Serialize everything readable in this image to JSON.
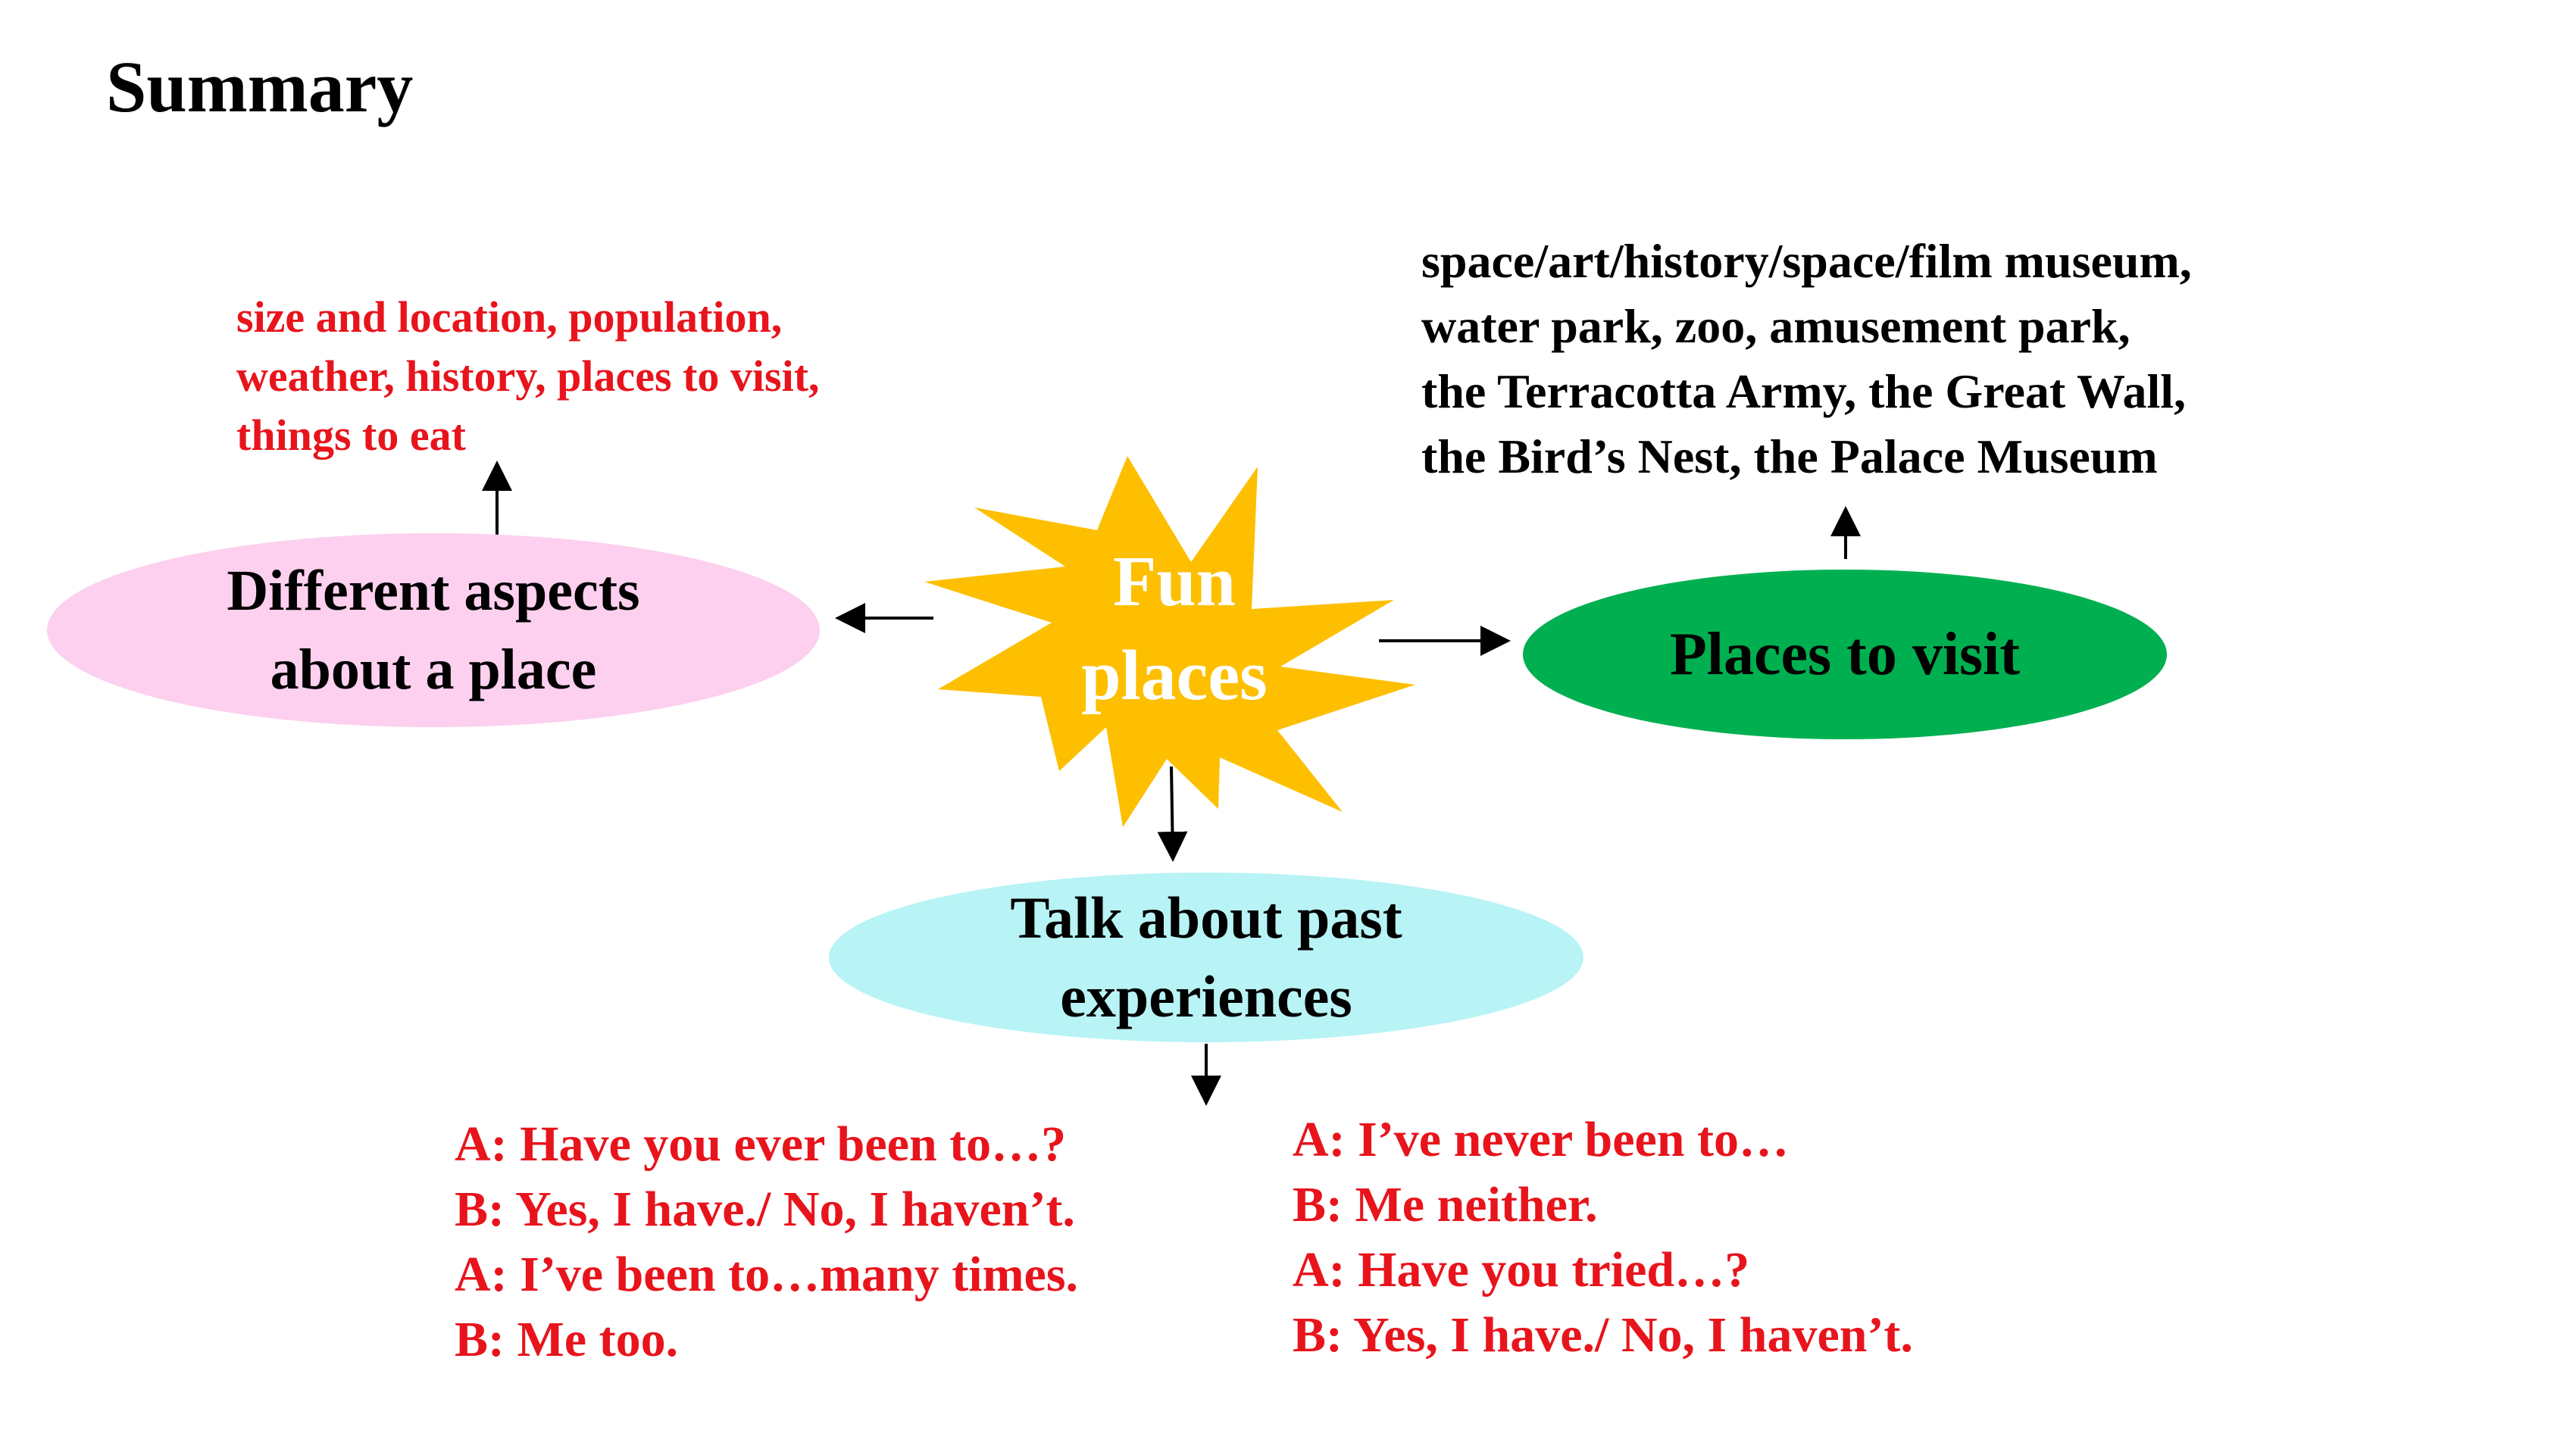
{
  "title": "Summary",
  "center": {
    "label_line1": "Fun",
    "label_line2": "places"
  },
  "aspects": {
    "label_line1": "Different aspects",
    "label_line2": "about a place",
    "details": [
      "size and location, population,",
      "weather, history, places to visit,",
      "things to eat"
    ]
  },
  "visit": {
    "label": "Places to visit",
    "details": [
      "space/art/history/space/film museum,",
      "water park, zoo, amusement park,",
      "the Terracotta Army, the Great Wall,",
      "the Bird’s Nest, the Palace Museum"
    ]
  },
  "talk": {
    "label_line1": "Talk about past",
    "label_line2": "experiences",
    "dialog_left": [
      "A: Have you ever been to…?",
      "B: Yes, I have./ No, I haven’t.",
      "A: I’ve been to…many times.",
      "B: Me too."
    ],
    "dialog_right": [
      "A: I’ve never been to…",
      "B: Me neither.",
      "A: Have you tried…?",
      "B: Yes, I have./ No, I haven’t."
    ]
  },
  "colors": {
    "red_text": "#e8141c",
    "star": "#fdbf00",
    "aspects_oval": "#fcd0ee",
    "visit_oval": "#00b050",
    "talk_oval": "#b8f3f5"
  }
}
